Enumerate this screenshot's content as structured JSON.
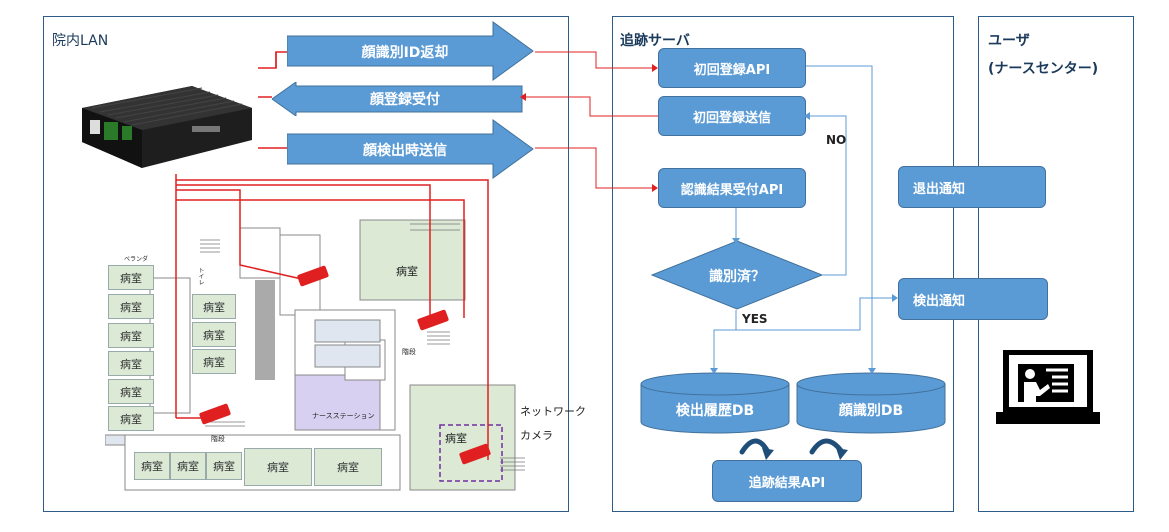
{
  "lan_panel": {
    "title": "院内LAN"
  },
  "server_panel": {
    "title": "追跡サーバ"
  },
  "user_panel": {
    "title_line1": "ユーザ",
    "title_line2": "(ナースセンター)"
  },
  "arrows": {
    "face_id_return": "顔識別ID返却",
    "face_register_receive": "顔登録受付",
    "face_detect_send": "顔検出時送信"
  },
  "server": {
    "initial_register_api": "初回登録API",
    "initial_register_send": "初回登録送信",
    "recognition_result_api": "認識結果受付API",
    "decision": "識別済？",
    "no_label": "NO",
    "yes_label": "YES",
    "detect_history_db": "検出履歴DB",
    "face_id_db": "顔識別DB",
    "tracking_result_api": "追跡結果API"
  },
  "user": {
    "exit_notice": "退出通知",
    "detect_notice": "検出通知"
  },
  "floorplan": {
    "room_label": "病室",
    "veranda": "ベランダ",
    "toilet": "トイレ",
    "stairs": "階段",
    "nurse_station": "ナースステーション",
    "network_camera_line1": "ネットワーク",
    "network_camera_line2": "カメラ"
  }
}
